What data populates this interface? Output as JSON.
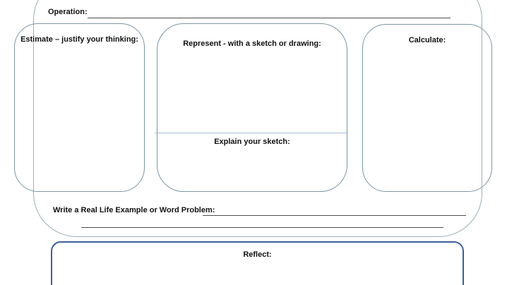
{
  "labels": {
    "operation": "Operation:",
    "estimate": "Estimate – justify your thinking:",
    "represent": "Represent - with a sketch or drawing:",
    "explain": "Explain your sketch:",
    "calculate": "Calculate:",
    "real_life": "Write a Real Life Example or Word Problem:",
    "reflect": "Reflect:"
  },
  "colors": {
    "outer_border": "#9cafb7",
    "box_border": "#7e97a2",
    "divider": "#a9bbd9",
    "reflect_border": "#3f5f99",
    "line": "#4d4d4d",
    "text": "#111111"
  }
}
